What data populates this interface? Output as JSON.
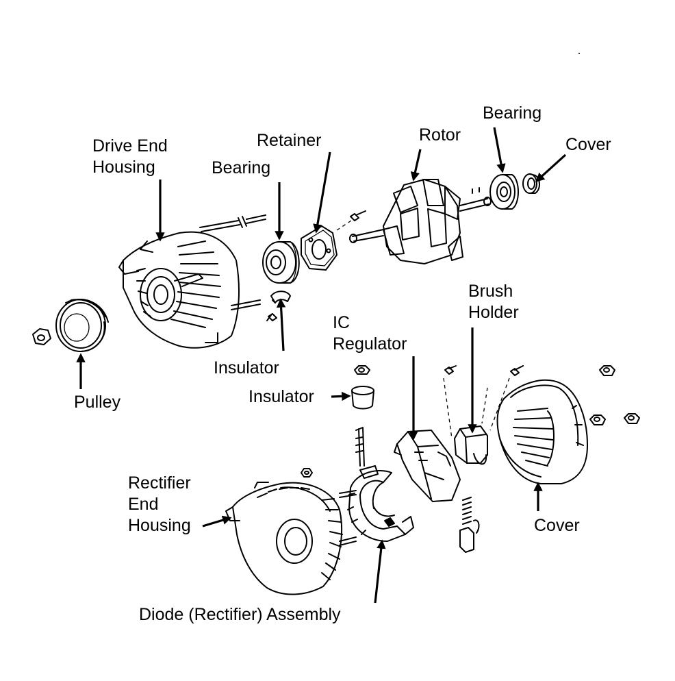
{
  "labels": {
    "drive_end_housing_1": "Drive End",
    "drive_end_housing_2": "Housing",
    "bearing_front": "Bearing",
    "retainer": "Retainer",
    "rotor": "Rotor",
    "bearing_rear": "Bearing",
    "cover_top": "Cover",
    "brush_holder_1": "Brush",
    "brush_holder_2": "Holder",
    "ic_regulator_1": "IC",
    "ic_regulator_2": "Regulator",
    "insulator_upper": "Insulator",
    "insulator_lower": "Insulator",
    "pulley": "Pulley",
    "rectifier_1": "Rectifier",
    "rectifier_2": "End",
    "rectifier_3": "Housing",
    "cover_bottom": "Cover",
    "diode_assembly": "Diode (Rectifier) Assembly"
  }
}
